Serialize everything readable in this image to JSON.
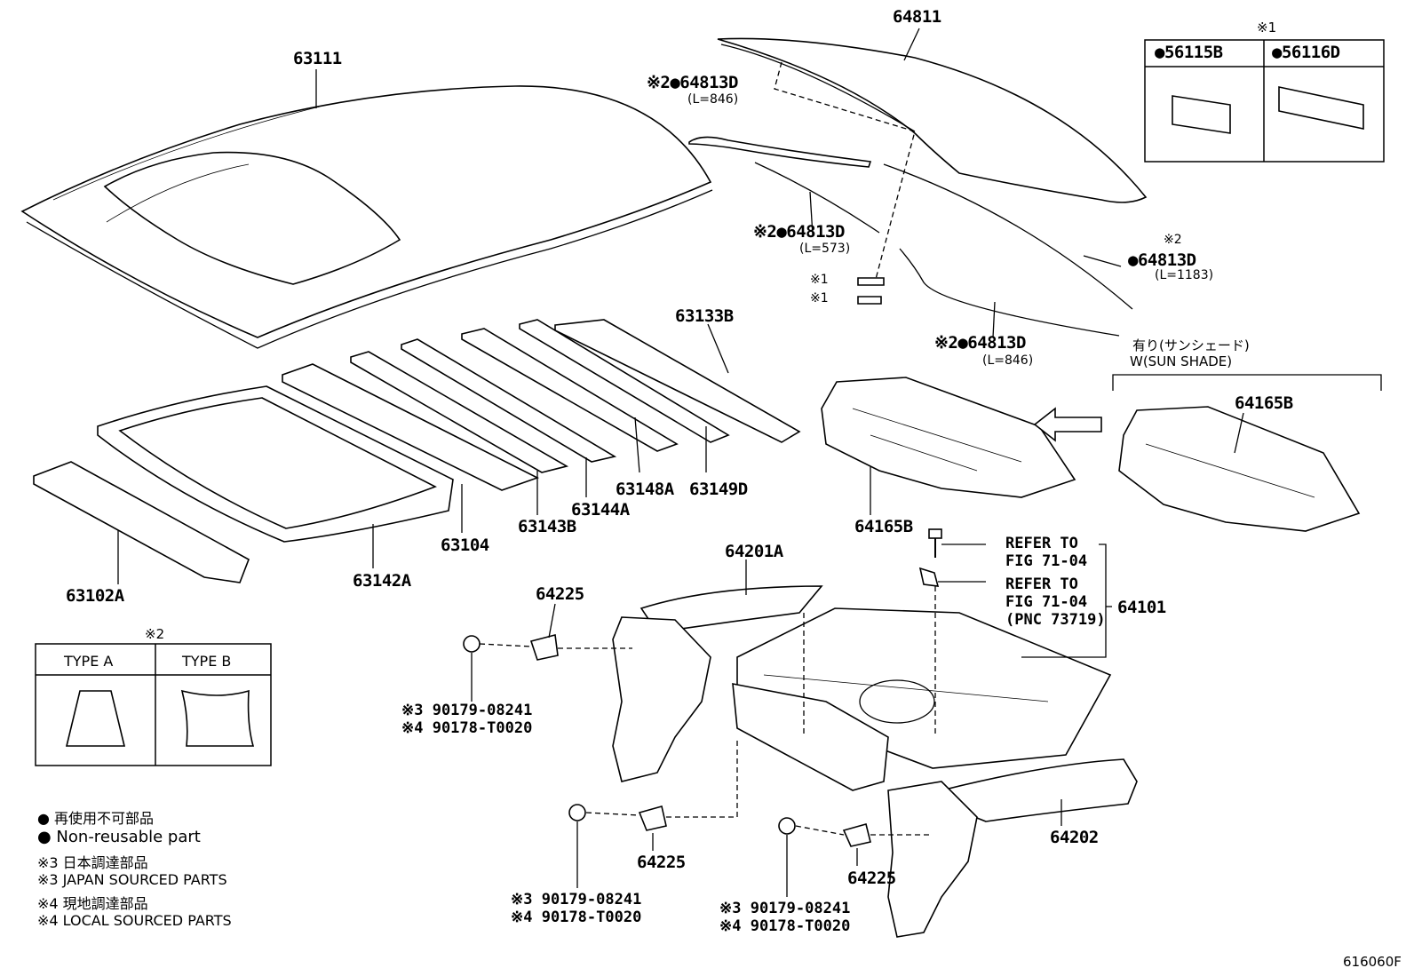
{
  "parts": {
    "p63111": "63111",
    "p64811": "64811",
    "p64813d_a": "※2●64813D",
    "p64813d_a_len": "(L=846)",
    "p64813d_b": "※2●64813D",
    "p64813d_b_len": "(L=573)",
    "p64813d_c_mark": "※2",
    "p64813d_c": "●64813D",
    "p64813d_c_len": "(L=1183)",
    "p64813d_d": "※2●64813D",
    "p64813d_d_len": "(L=846)",
    "ref1a": "※1",
    "ref1b": "※1",
    "p63133b": "63133B",
    "p63102a": "63102A",
    "p63142a": "63142A",
    "p63104": "63104",
    "p63143b": "63143B",
    "p63144a": "63144A",
    "p63148a": "63148A",
    "p63149d": "63149D",
    "p64165b_left": "64165B",
    "p64165b_right": "64165B",
    "p64201a": "64201A",
    "p64225_top": "64225",
    "p64225_mid": "64225",
    "p64225_right": "64225",
    "p64202": "64202",
    "p64101": "64101",
    "fastener_a1": "※3 90179-08241",
    "fastener_a2": "※4 90178-T0020",
    "fastener_b1": "※3 90179-08241",
    "fastener_b2": "※4 90178-T0020",
    "fastener_c1": "※3 90179-08241",
    "fastener_c2": "※4 90178-T0020",
    "refer1_l1": "REFER TO",
    "refer1_l2": "FIG 71-04",
    "refer2_l1": "REFER TO",
    "refer2_l2": "FIG 71-04",
    "refer2_l3": "(PNC 73719)",
    "sunshade_jp": "有り(サンシェード)",
    "sunshade_en": "W(SUN SHADE)",
    "figure_code": "616060F"
  },
  "inset1": {
    "mark": "※1",
    "col_a": "●56115B",
    "col_b": "●56116D"
  },
  "inset2": {
    "mark": "※2",
    "type_a": "TYPE A",
    "type_b": "TYPE B"
  },
  "legend": {
    "l1": "● 再使用不可部品",
    "l2": "● Non-reusable part",
    "l3": "※3 日本調達部品",
    "l4": "※3 JAPAN SOURCED PARTS",
    "l5": "※4 現地調達部品",
    "l6": "※4 LOCAL SOURCED PARTS"
  }
}
